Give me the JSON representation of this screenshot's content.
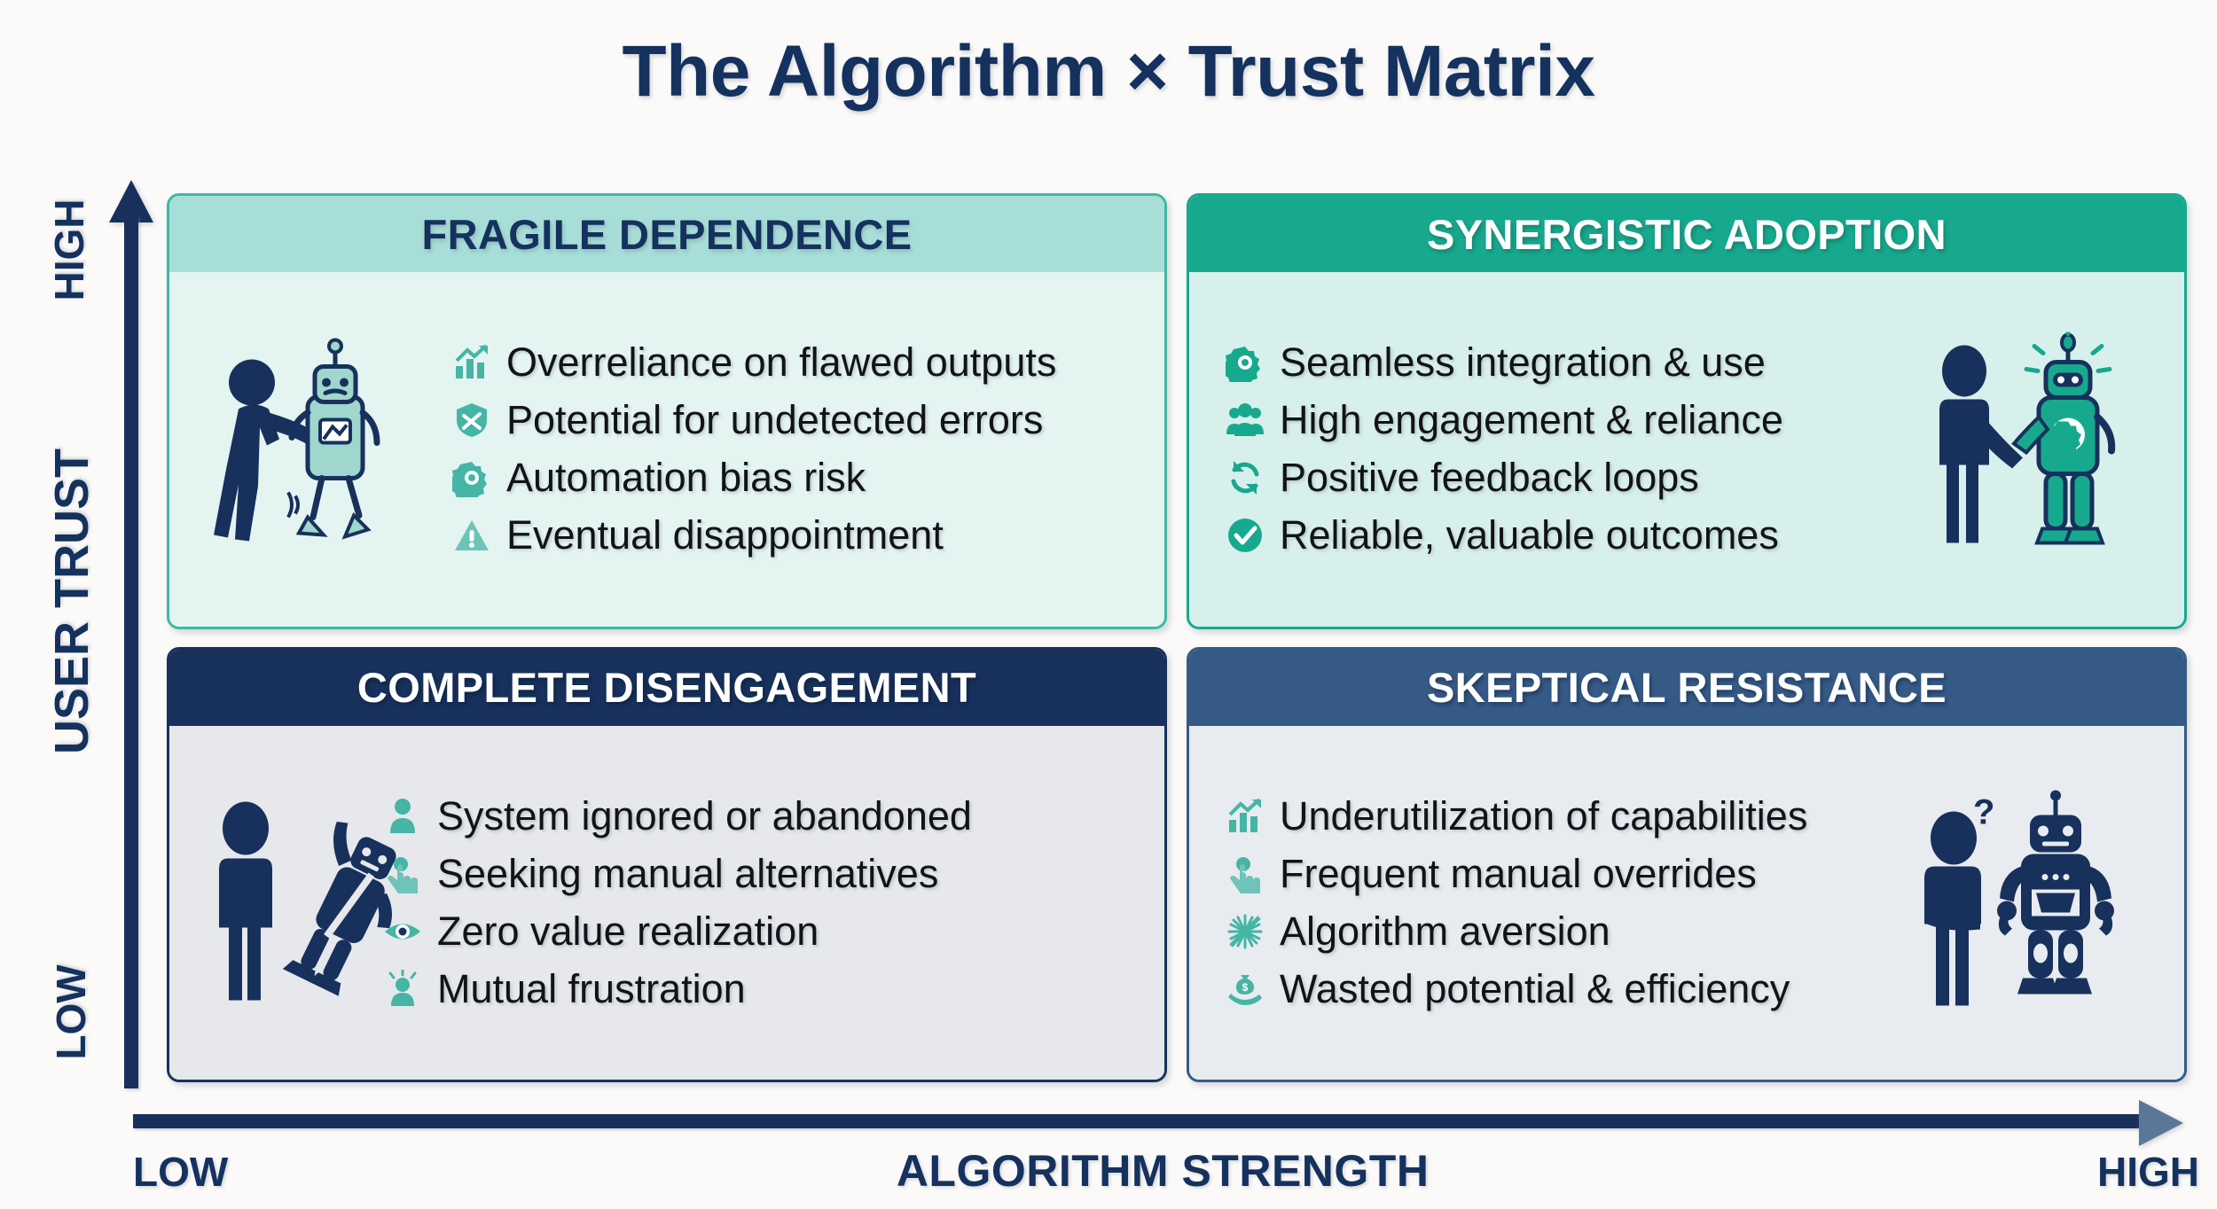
{
  "title": "The Algorithm × Trust Matrix",
  "colors": {
    "navy": "#15315e",
    "navy_dark": "#17315c",
    "slate_blue": "#365a86",
    "teal": "#17a98e",
    "teal_light": "#a7dfd8",
    "teal_icon": "#45b5a5",
    "mint_body": "#e4f4f1",
    "gray_body": "#e6e8ec",
    "page_bg": "#fbfaf8"
  },
  "y_axis": {
    "high_label": "HIGH",
    "name": "USER TRUST",
    "low_label": "LOW",
    "arrow": "arrow-up-icon"
  },
  "x_axis": {
    "low_label": "LOW",
    "name": "ALGORITHM STRENGTH",
    "high_label": "HIGH",
    "arrow": "arrow-right-icon"
  },
  "quadrants": [
    {
      "key": "fragile-dependence",
      "title": "FRAGILE DEPENDENCE",
      "position": "top-left",
      "art": "person-pushing-robot-illustration",
      "art_side": "left",
      "items": [
        {
          "icon": "chart-up-icon",
          "text": "Overreliance on flawed outputs"
        },
        {
          "icon": "broken-check-icon",
          "text": "Potential for undetected errors"
        },
        {
          "icon": "gear-icon",
          "text": "Automation bias risk"
        },
        {
          "icon": "warning-triangle-icon",
          "text": "Eventual disappointment"
        }
      ]
    },
    {
      "key": "synergistic-adoption",
      "title": "SYNERGISTIC ADOPTION",
      "position": "top-right",
      "art": "person-handshake-robot-illustration",
      "art_side": "right",
      "items": [
        {
          "icon": "gear-icon",
          "text": "Seamless integration & use"
        },
        {
          "icon": "people-group-icon",
          "text": "High engagement & reliance"
        },
        {
          "icon": "refresh-cycle-icon",
          "text": "Positive feedback loops"
        },
        {
          "icon": "check-circle-icon",
          "text": "Reliable, valuable outcomes"
        }
      ]
    },
    {
      "key": "complete-disengagement",
      "title": "COMPLETE DISENGAGEMENT",
      "position": "bottom-left",
      "art": "person-walking-away-broken-robot-illustration",
      "art_side": "left",
      "items": [
        {
          "icon": "person-icon",
          "text": "System ignored or abandoned"
        },
        {
          "icon": "tap-hand-icon",
          "text": "Seeking manual alternatives"
        },
        {
          "icon": "eye-icon",
          "text": "Zero value realization"
        },
        {
          "icon": "frustrated-person-icon",
          "text": "Mutual frustration"
        }
      ]
    },
    {
      "key": "skeptical-resistance",
      "title": "SKEPTICAL RESISTANCE",
      "position": "bottom-right",
      "art": "skeptical-person-robot-illustration",
      "art_side": "right",
      "items": [
        {
          "icon": "chart-up-icon",
          "text": "Underutilization of capabilities"
        },
        {
          "icon": "tap-hand-icon",
          "text": "Frequent manual overrides"
        },
        {
          "icon": "crossed-out-network-icon",
          "text": "Algorithm aversion"
        },
        {
          "icon": "money-hand-icon",
          "text": "Wasted potential & efficiency"
        }
      ]
    }
  ]
}
